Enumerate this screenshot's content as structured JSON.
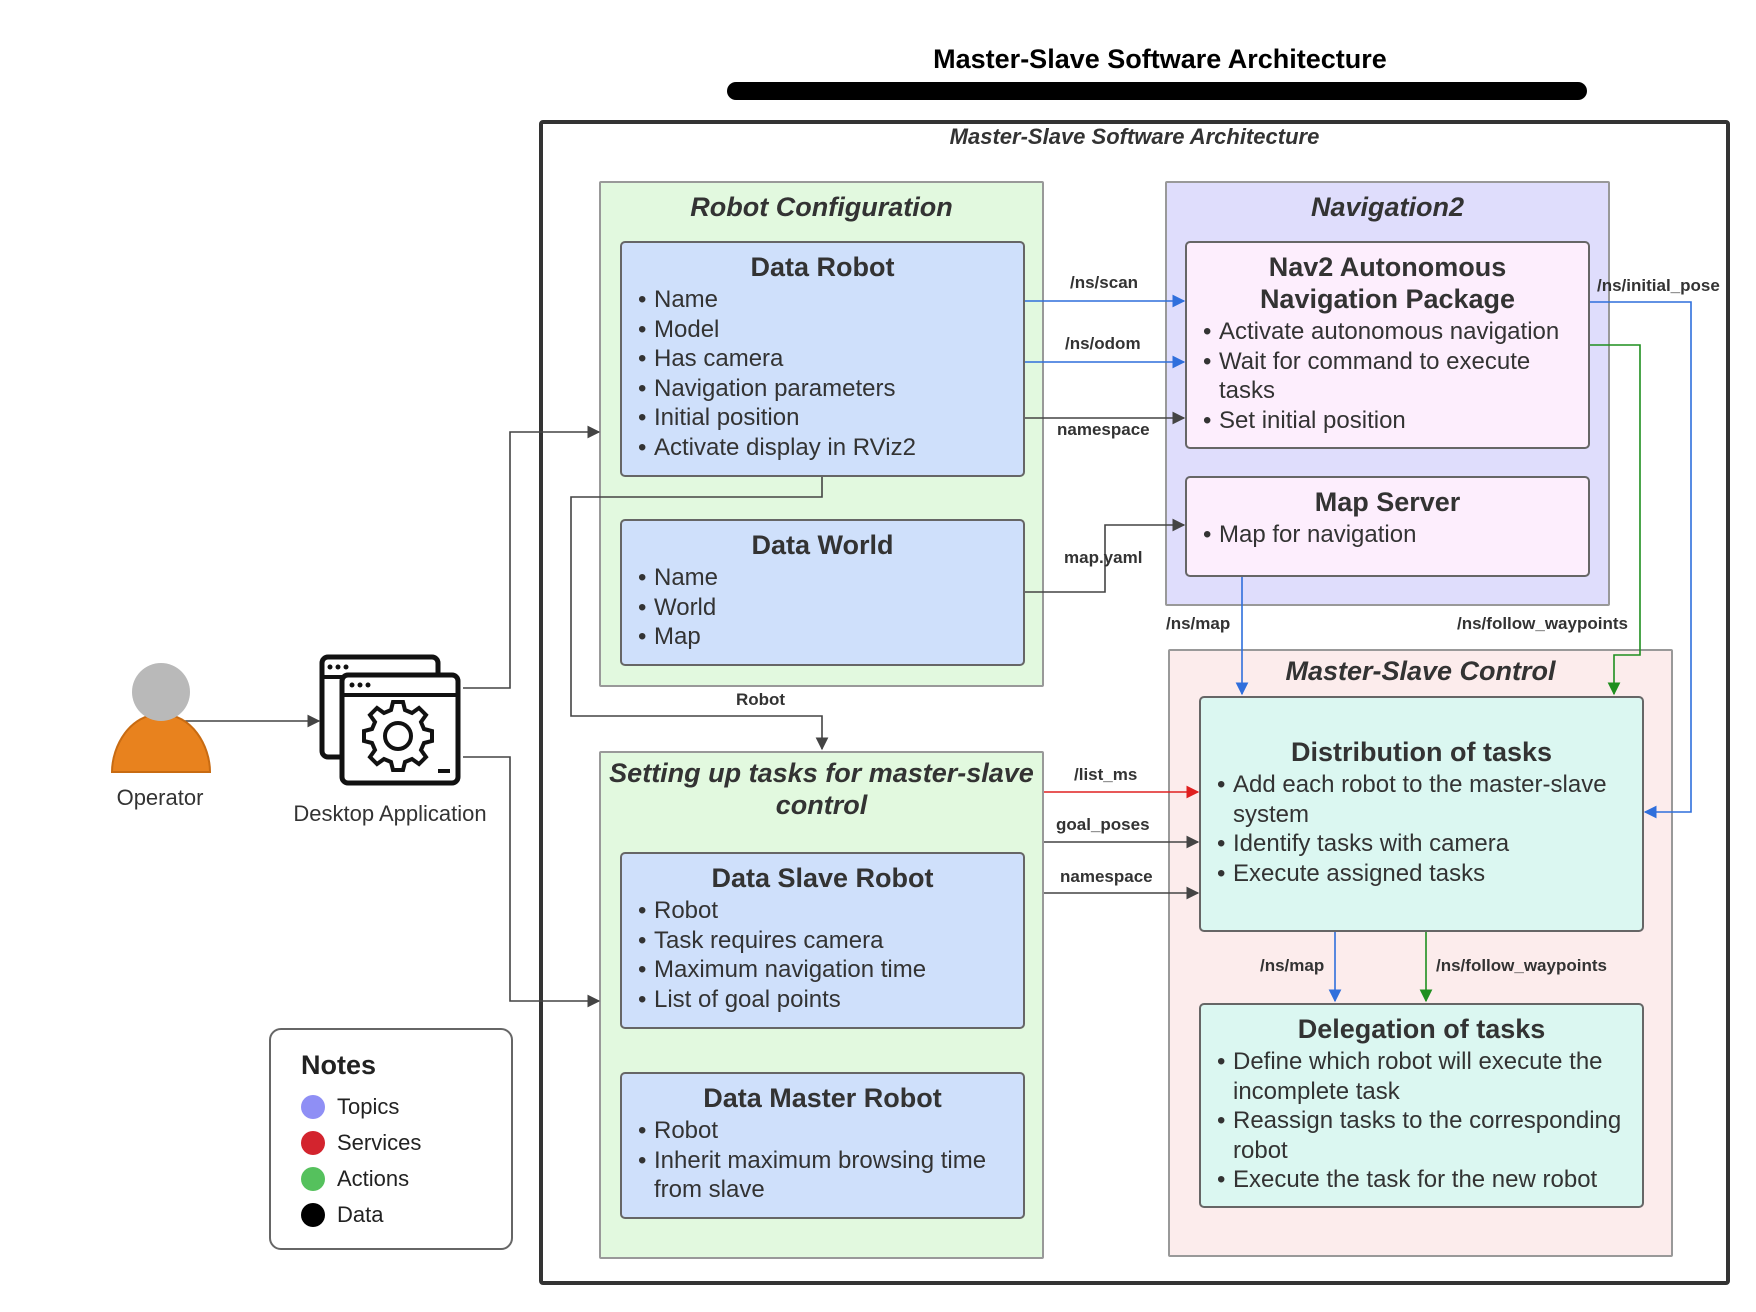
{
  "header": {
    "title": "Master-Slave Software Architecture",
    "frame_title": "Master-Slave Software Architecture"
  },
  "actors": {
    "operator": "Operator",
    "desktop_app": "Desktop Application"
  },
  "robot_configuration": {
    "title": "Robot Configuration",
    "data_robot": {
      "title": "Data Robot",
      "items": [
        "Name",
        "Model",
        "Has camera",
        "Navigation parameters",
        "Initial position",
        "Activate display in RViz2"
      ]
    },
    "data_world": {
      "title": "Data World",
      "items": [
        "Name",
        "World",
        "Map"
      ]
    }
  },
  "tasks_setup": {
    "title": "Setting up tasks for master-slave control",
    "data_slave": {
      "title": "Data Slave Robot",
      "items": [
        "Robot",
        "Task requires camera",
        "Maximum navigation time",
        "List of goal points"
      ]
    },
    "data_master": {
      "title": "Data Master Robot",
      "items": [
        "Robot",
        "Inherit maximum browsing time from slave"
      ]
    }
  },
  "navigation2": {
    "title": "Navigation2",
    "nav2": {
      "title": "Nav2 Autonomous Navigation Package",
      "items": [
        "Activate autonomous navigation",
        "Wait for command to execute tasks",
        "Set initial position"
      ]
    },
    "map_server": {
      "title": "Map Server",
      "items": [
        "Map for navigation"
      ]
    }
  },
  "master_slave_control": {
    "title": "Master-Slave Control",
    "distribution": {
      "title": "Distribution of tasks",
      "items": [
        "Add each robot to the master-slave system",
        "Identify tasks with camera",
        "Execute assigned tasks"
      ]
    },
    "delegation": {
      "title": "Delegation of tasks",
      "items": [
        "Define which robot will execute the incomplete task",
        "Reassign tasks to the corresponding robot",
        "Execute the task for the new robot"
      ]
    }
  },
  "edge_labels": {
    "scan": "/ns/scan",
    "odom": "/ns/odom",
    "namespace_top": "namespace",
    "map_yaml": "map.yaml",
    "initial_pose": "/ns/initial_pose",
    "map_top": "/ns/map",
    "follow_top": "/ns/follow_waypoints",
    "robot": "Robot",
    "list_ms": "/list_ms",
    "goal_poses": "goal_poses",
    "namespace_bottom": "namespace",
    "map_bottom": "/ns/map",
    "follow_bottom": "/ns/follow_waypoints"
  },
  "notes": {
    "title": "Notes",
    "items": [
      {
        "label": "Topics",
        "color": "#8f8ff5"
      },
      {
        "label": "Services",
        "color": "#d3242e"
      },
      {
        "label": "Actions",
        "color": "#55c15d"
      },
      {
        "label": "Data",
        "color": "#000000"
      }
    ]
  },
  "colors": {
    "topic_edge": "#2f6fdc",
    "service_edge": "#e02020",
    "action_edge": "#1f8f1f",
    "data_edge": "#444444",
    "operator_body": "#e8821e",
    "operator_head": "#b9b9b9"
  }
}
